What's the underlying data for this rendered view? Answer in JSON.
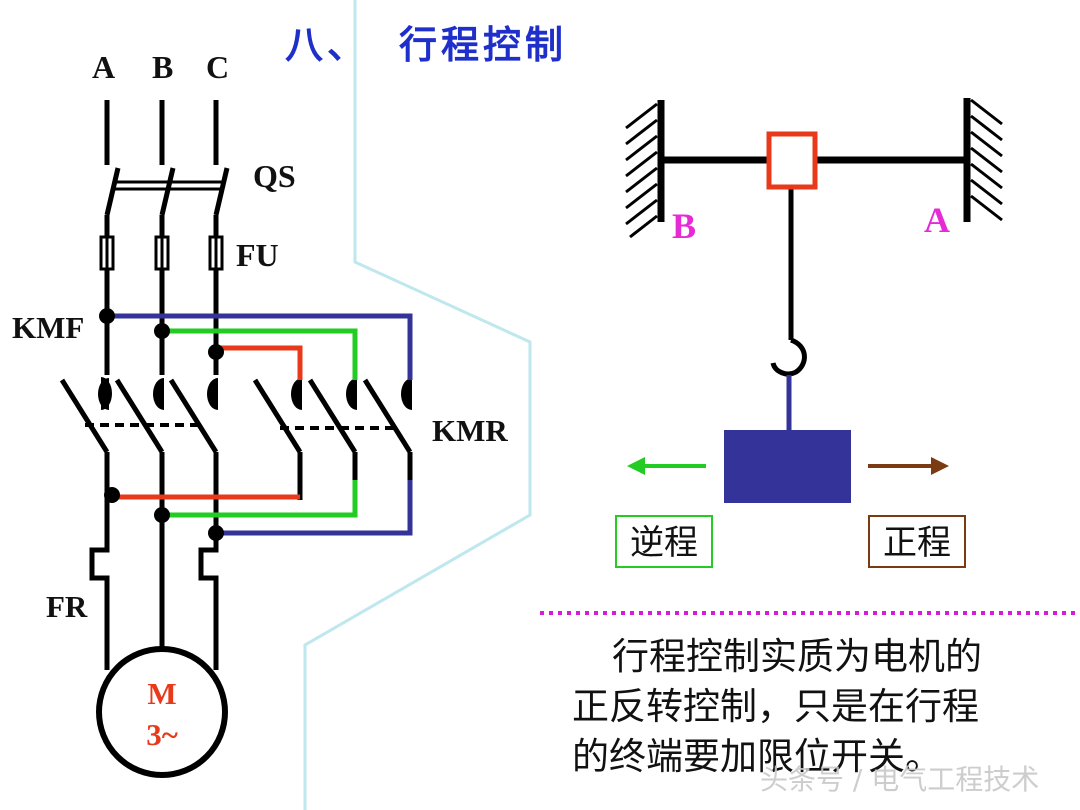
{
  "title": {
    "number": "八、",
    "text": "行程控制"
  },
  "circuit": {
    "phases": [
      "A",
      "B",
      "C"
    ],
    "qs_label": "QS",
    "fu_label": "FU",
    "kmf_label": "KMF",
    "kmr_label": "KMR",
    "fr_label": "FR",
    "motor_line1": "M",
    "motor_line2": "3~"
  },
  "mechanism": {
    "limit_b": "B",
    "limit_a": "A",
    "reverse_label": "逆程",
    "forward_label": "正程"
  },
  "description": {
    "line1": "行程控制实质为电机的",
    "line2": "正反转控制，只是在行程",
    "line3": "的终端要加限位开关。"
  },
  "watermark": "头条号 / 电气工程技术",
  "colors": {
    "title": "#1f2fc9",
    "green_wire": "#22cc22",
    "red_wire": "#e83a1a",
    "blue_wire": "#33339a",
    "magenta": "#e62ad6",
    "motor_text": "#e83a1a",
    "divider": "#d81bd8",
    "backdrop_line": "#bfe7ee",
    "reverse_arrow": "#22cc22",
    "forward_arrow": "#7a3a12"
  }
}
